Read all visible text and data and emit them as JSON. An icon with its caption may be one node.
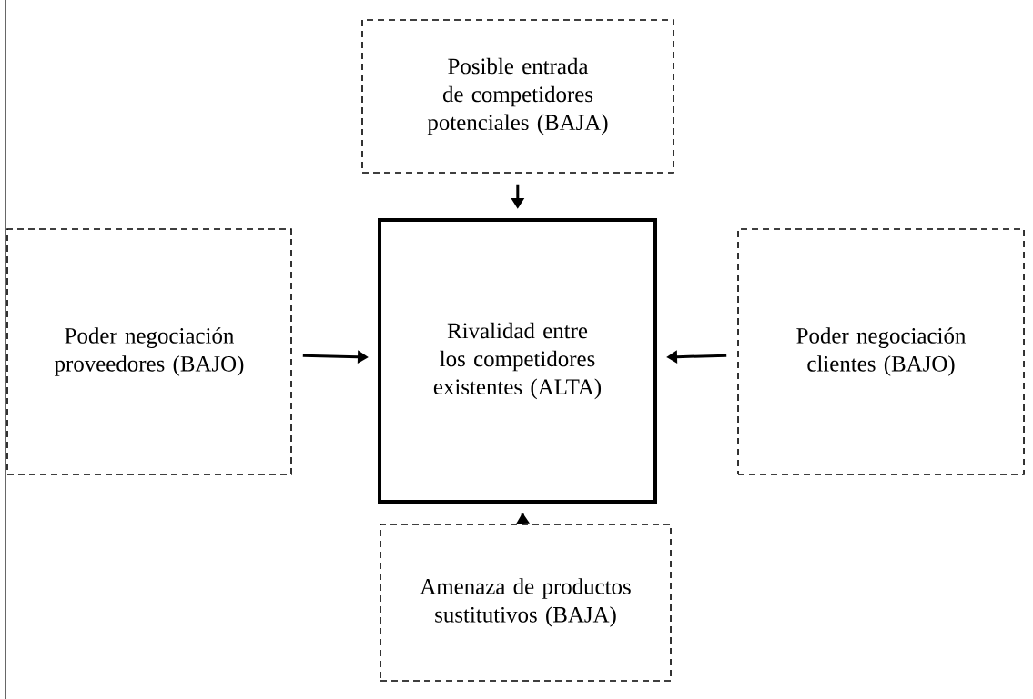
{
  "diagram": {
    "nodes": [
      {
        "text": [
          "Posible entrada de competidores potenciales (BAJA)"
        ]
      },
      {
        "text": [
          "Poder negociación proveedores (BAJO)"
        ]
      },
      {
        "text": [
          "Rivalidad entre los competidores existentes (ALTA)"
        ]
      },
      {
        "text": [
          "Poder negociación clientes (BAJO)"
        ]
      },
      {
        "text": [
          "Amenaza de productos sustitutivos (BAJA)"
        ]
      }
    ],
    "edges": [
      {
        "from": 0,
        "to": 2,
        "arrow": "to"
      },
      {
        "from": 1,
        "to": 2,
        "arrow": "to"
      },
      {
        "from": 3,
        "to": 2,
        "arrow": "to"
      },
      {
        "from": 4,
        "to": 2,
        "arrow": "to"
      }
    ]
  }
}
